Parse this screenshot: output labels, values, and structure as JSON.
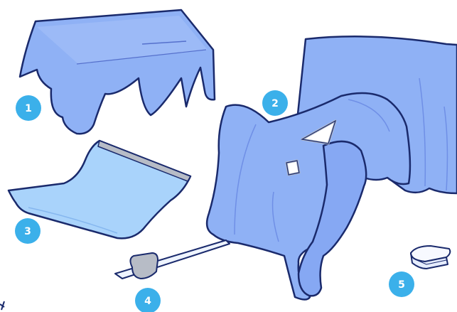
{
  "colors": {
    "drape_fill": "#8fb1f5",
    "drape_shade": "#7e9ff0",
    "outline": "#1a2a6c",
    "film_fill": "#a9d3fb",
    "film_edge": "#b7bcc6",
    "tape_fill": "#eef4ff",
    "badge": "#3bb0ea",
    "badge_text": "#ffffff"
  },
  "items": [
    {
      "label": "1",
      "name": "table-cover"
    },
    {
      "label": "2",
      "name": "mayo-stand-and-chair-drape"
    },
    {
      "label": "3",
      "name": "incise-film-sheet"
    },
    {
      "label": "4",
      "name": "adhesive-tape-strip"
    },
    {
      "label": "5",
      "name": "folded-towel"
    }
  ]
}
